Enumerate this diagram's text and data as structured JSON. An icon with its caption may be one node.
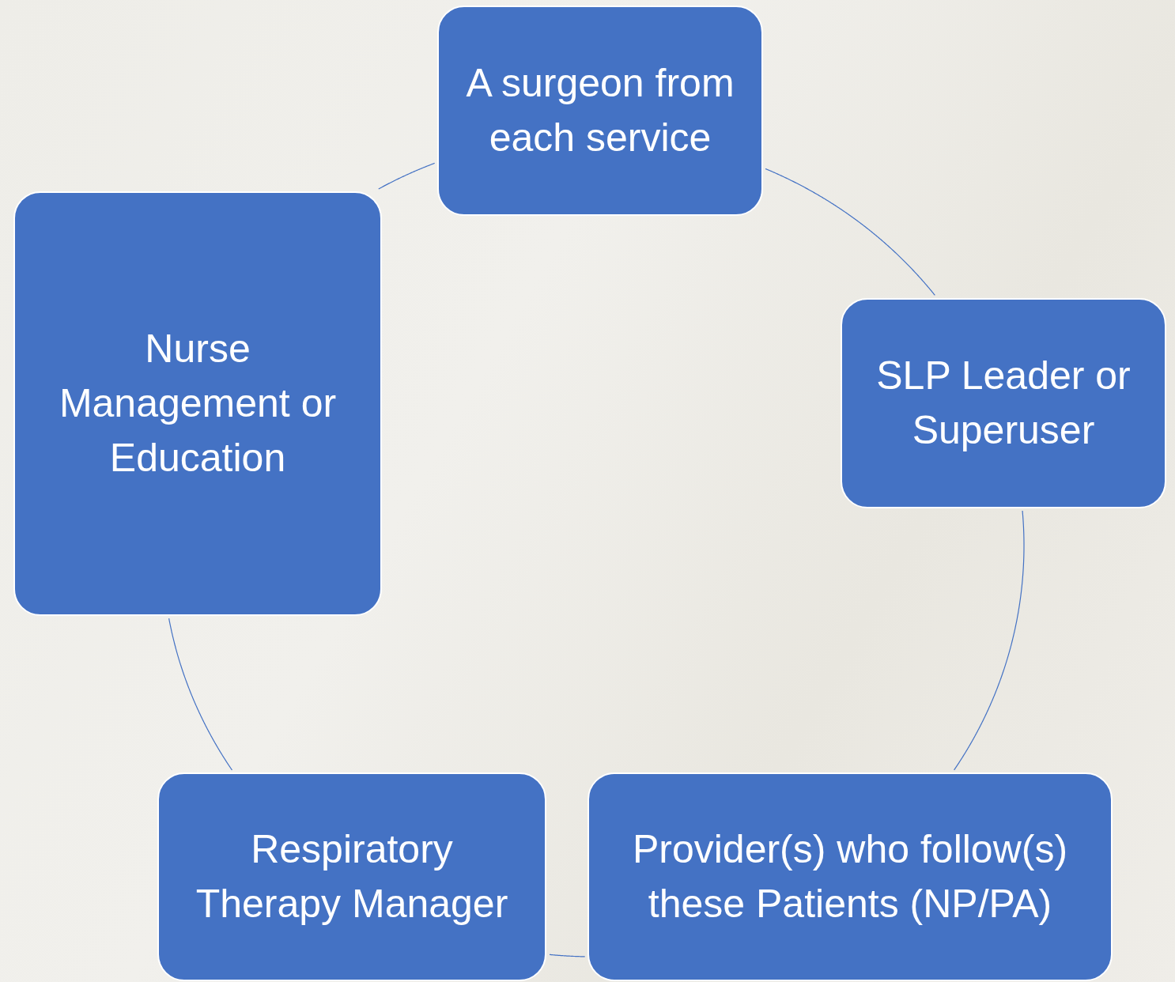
{
  "diagram": {
    "nodes": [
      {
        "text": [
          "A surgeon from each service"
        ]
      },
      {
        "text": [
          "SLP Leader or Superuser"
        ]
      },
      {
        "text": [
          "Provider(s) who follow(s) these Patients (NP/PA)"
        ]
      },
      {
        "text": [
          "Respiratory Therapy Manager"
        ]
      },
      {
        "text": [
          "Nurse Management or Education"
        ]
      }
    ],
    "edges": [
      {
        "from": 0,
        "to": 1,
        "arrow": "none"
      },
      {
        "from": 1,
        "to": 2,
        "arrow": "none"
      },
      {
        "from": 2,
        "to": 3,
        "arrow": "none"
      },
      {
        "from": 3,
        "to": 4,
        "arrow": "none"
      },
      {
        "from": 4,
        "to": 0,
        "arrow": "none"
      }
    ]
  }
}
